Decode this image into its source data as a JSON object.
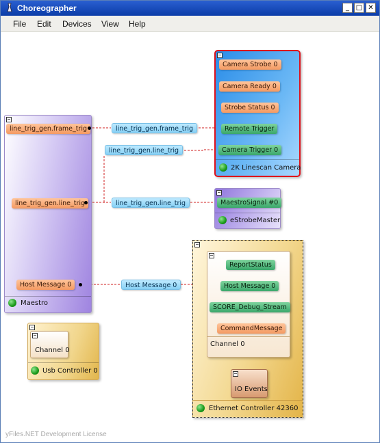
{
  "window": {
    "title": "Choreographer",
    "buttons": [
      "_",
      "□",
      "✕"
    ]
  },
  "menu": [
    "File",
    "Edit",
    "Devices",
    "View",
    "Help"
  ],
  "camera": {
    "name": "2K Linescan Camera",
    "ports": [
      "Camera Strobe 0",
      "Camera Ready 0",
      "Strobe Status 0",
      "Remote Trigger",
      "Camera Trigger 0"
    ]
  },
  "maestro": {
    "name": "Maestro",
    "ports": [
      "line_trig_gen.frame_trig",
      "line_trig_gen.line_trig",
      "Host Message 0"
    ]
  },
  "estrobe": {
    "name": "eStrobeMaster",
    "port": "MaestroSignal #0"
  },
  "usb": {
    "name": "Usb Controller 0",
    "channel": "Channel 0"
  },
  "ethernet": {
    "name": "Ethernet Controller 42360",
    "channel": {
      "name": "Channel 0",
      "ports": [
        "ReportStatus",
        "Host Message 0",
        "SCORE_Debug_Stream",
        "CommandMessage"
      ]
    },
    "io": "IO Events"
  },
  "links": [
    "line_trig_gen.frame_trig",
    "line_trig_gen.line_trig",
    "line_trig_gen.line_trig",
    "Host Message 0"
  ],
  "watermark": "yFiles.NET Development License",
  "colors": {
    "selection": "#e0101a",
    "wire": "#d02020",
    "titlebar": "#0b3ca8"
  }
}
